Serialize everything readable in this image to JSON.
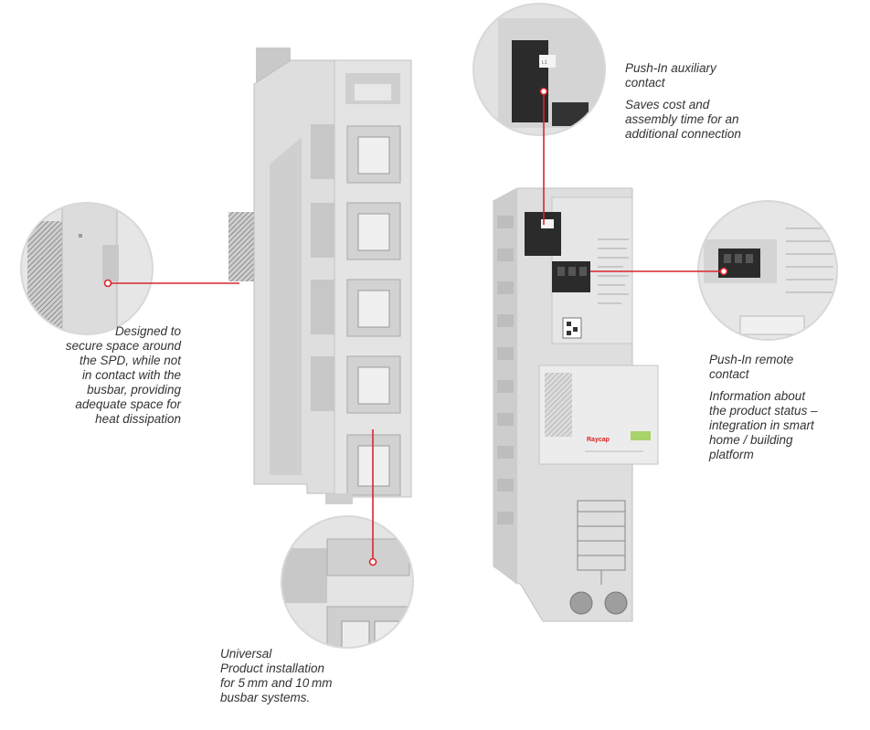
{
  "callouts": {
    "left": {
      "lines": [
        "Designed to",
        "secure space around",
        "the SPD, while not",
        "in contact with the",
        "busbar, providing",
        "adequate space for",
        "heat dissipation"
      ]
    },
    "aux": {
      "title_lines": [
        "Push-In auxiliary",
        "contact"
      ],
      "body_lines": [
        "Saves cost and",
        "assembly time for an",
        "additional connection"
      ]
    },
    "remote": {
      "title_lines": [
        "Push-In remote",
        "contact"
      ],
      "body_lines": [
        "Information about",
        "the product status –",
        "integration in smart",
        "home / building",
        "platform"
      ]
    },
    "bottom": {
      "lines": [
        "Universal",
        "Product installation",
        "for 5 mm and 10 mm",
        "busbar systems."
      ]
    }
  },
  "product": {
    "brand": "Raycap",
    "terminal_label": "L1"
  },
  "colors": {
    "accent": "#d9262c",
    "body": "#dcdcdc",
    "body_dark": "#b9b9b9",
    "connector": "#2b2b2b"
  }
}
